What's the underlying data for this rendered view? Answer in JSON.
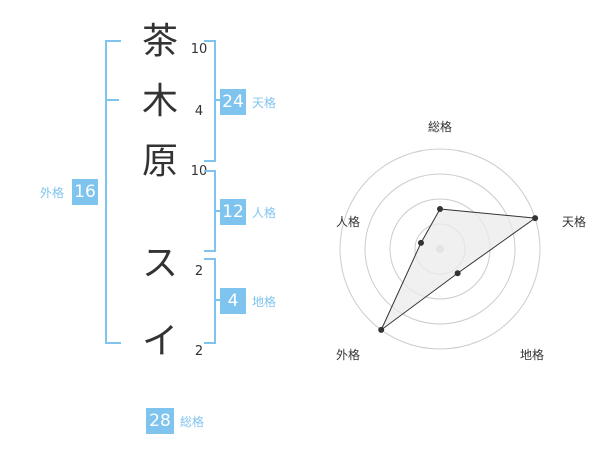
{
  "names": {
    "chars": [
      "茶",
      "木",
      "原",
      "ス",
      "イ"
    ],
    "strokes": [
      "10",
      "4",
      "10",
      "2",
      "2"
    ]
  },
  "fortune": {
    "tenkaku": {
      "value": "24",
      "label": "天格"
    },
    "jinkaku": {
      "value": "12",
      "label": "人格"
    },
    "chikaku": {
      "value": "4",
      "label": "地格"
    },
    "gaikaku": {
      "value": "16",
      "label": "外格"
    },
    "soukaku": {
      "value": "28",
      "label": "総格"
    }
  },
  "chart_data": {
    "type": "radar",
    "axes": [
      "総格",
      "天格",
      "地格",
      "外格",
      "人格"
    ],
    "values": [
      2,
      5,
      1.5,
      5,
      1
    ],
    "scale": {
      "min": 0,
      "max": 5,
      "rings": 4
    },
    "colors": {
      "fill": "#ebebeb",
      "line": "#333333",
      "grid": "#cccccc",
      "center": "#cccccc"
    }
  }
}
